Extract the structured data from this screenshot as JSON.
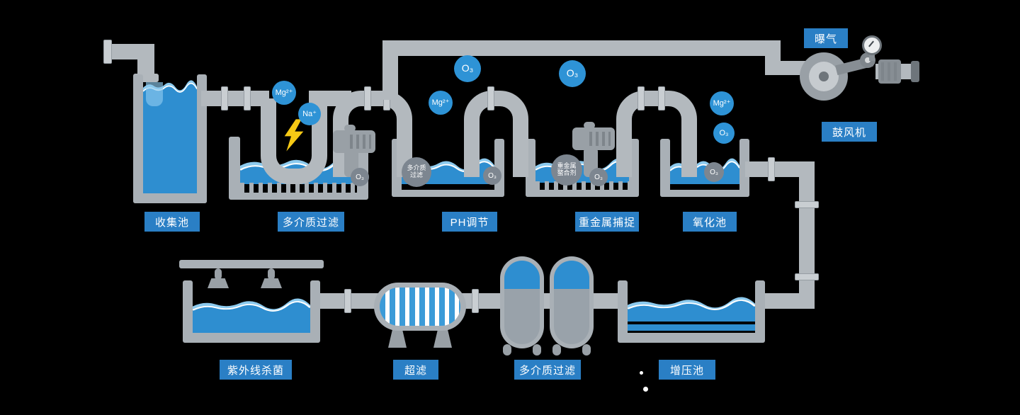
{
  "colors": {
    "background": "#000000",
    "pipe": "#b3b9be",
    "tank_wall": "#a9b0b6",
    "water_blue": "#2e8ed0",
    "water_light": "#8ccaee",
    "label_bg": "#2a7fc5",
    "bubble_blue": "#2e93d6",
    "bubble_gray": "#7d8690",
    "lightning": "#f6c915"
  },
  "top_row": {
    "collection_pool": "收集池",
    "multimedia_filter": "多介质过滤",
    "ph_adjust": "PH调节",
    "heavy_metal_capture": "重金属捕捉",
    "oxidation_pool": "氧化池"
  },
  "aeration": {
    "aeration_label": "曝气",
    "blower_label": "鼓风机"
  },
  "bottom_row": {
    "uv_sterilization": "紫外线杀菌",
    "ultrafiltration": "超滤",
    "multimedia_filter": "多介质过滤",
    "booster_pool": "增压池"
  },
  "bubbles": {
    "mg": "Mg²⁺",
    "na": "Na⁺",
    "o3": "O₃",
    "multimedia_agent": [
      "多介质",
      "过滤"
    ],
    "chelator_agent": [
      "重金属",
      "螯合剂"
    ]
  }
}
